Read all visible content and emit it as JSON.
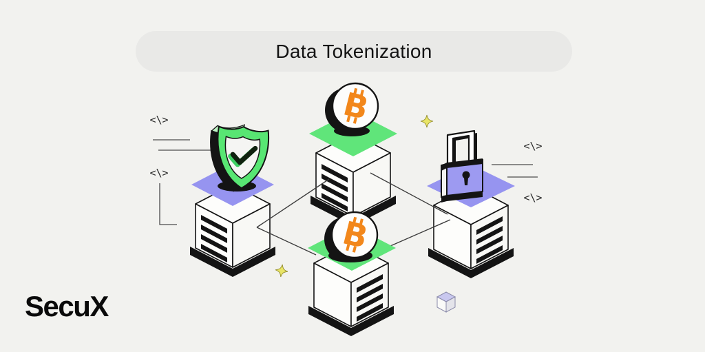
{
  "header": {
    "title": "Data Tokenization"
  },
  "brand": {
    "logo_text": "SecuX"
  },
  "decorations": {
    "code_symbol": "<\\>"
  },
  "icons": {
    "bitcoin_glyph": "B"
  },
  "colors": {
    "background": "#f2f2ef",
    "pill_background": "#e9e9e7",
    "green_platform": "#60e57a",
    "purple_platform": "#9694f0",
    "bitcoin_orange": "#f2871b",
    "shield_green": "#58e673",
    "sparkle_yellow": "#e9e566",
    "outline_black": "#141414"
  }
}
